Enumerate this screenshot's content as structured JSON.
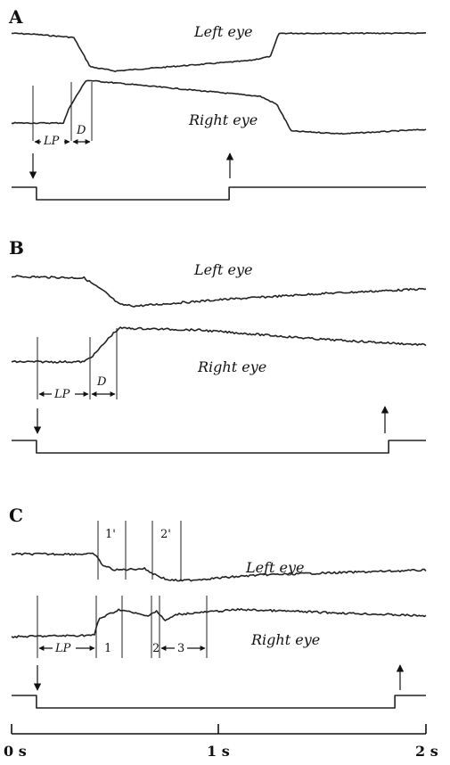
{
  "chart_data": {
    "type": "line",
    "time_axis": {
      "ticks": [
        "0 s",
        "1 s",
        "2 s"
      ],
      "unit": "s"
    },
    "panels": [
      {
        "label": "A",
        "left_eye_label": "Left eye",
        "right_eye_label": "Right eye",
        "annotations": [
          "LP",
          "D"
        ],
        "segments": [
          "LP",
          "D"
        ],
        "stimulus": {
          "off_time_s": 0.12,
          "on_time_s": 1.05
        },
        "left_eye": {
          "x": [
            0.0,
            0.1,
            0.3,
            0.38,
            0.5,
            1.15,
            1.25,
            1.29,
            1.45,
            2.0
          ],
          "y": [
            0.95,
            0.93,
            0.85,
            0.15,
            0.05,
            0.3,
            0.4,
            0.95,
            0.95,
            0.95
          ]
        },
        "right_eye": {
          "x": [
            0.0,
            0.25,
            0.28,
            0.36,
            0.5,
            1.2,
            1.28,
            1.35,
            1.6,
            2.0
          ],
          "y": [
            0.2,
            0.2,
            0.5,
            1.0,
            0.95,
            0.7,
            0.55,
            0.05,
            0.0,
            0.08
          ]
        }
      },
      {
        "label": "B",
        "left_eye_label": "Left eye",
        "right_eye_label": "Right eye",
        "annotations": [
          "LP",
          "D"
        ],
        "segments": [
          "LP",
          "D"
        ],
        "stimulus": {
          "off_time_s": 0.12,
          "on_time_s": 1.82
        },
        "left_eye": {
          "x": [
            0.0,
            0.35,
            0.45,
            0.52,
            0.6,
            1.0,
            1.5,
            2.0
          ],
          "y": [
            1.0,
            0.95,
            0.5,
            0.1,
            0.05,
            0.25,
            0.45,
            0.6
          ]
        },
        "right_eye": {
          "x": [
            0.0,
            0.35,
            0.4,
            0.48,
            0.52,
            0.9,
            1.5,
            2.0
          ],
          "y": [
            0.1,
            0.1,
            0.3,
            0.8,
            1.0,
            0.95,
            0.7,
            0.55
          ]
        }
      },
      {
        "label": "C",
        "left_eye_label": "Left eye",
        "right_eye_label": "Right eye",
        "annotations": [
          "LP",
          "1",
          "2",
          "3",
          "1'",
          "2'"
        ],
        "segments": [
          "LP",
          "1",
          "2",
          "3"
        ],
        "stimulus": {
          "off_time_s": 0.12,
          "on_time_s": 1.85
        },
        "left_eye": {
          "x": [
            0.0,
            0.4,
            0.44,
            0.5,
            0.64,
            0.68,
            0.75,
            0.82,
            1.2,
            2.0
          ],
          "y": [
            0.85,
            0.85,
            0.5,
            0.35,
            0.4,
            0.25,
            0.05,
            0.02,
            0.2,
            0.35
          ]
        },
        "right_eye": {
          "x": [
            0.0,
            0.4,
            0.42,
            0.52,
            0.65,
            0.7,
            0.74,
            0.8,
            1.1,
            2.0
          ],
          "y": [
            0.05,
            0.1,
            0.6,
            0.9,
            0.7,
            0.85,
            0.55,
            0.75,
            0.9,
            0.7
          ]
        }
      }
    ]
  }
}
